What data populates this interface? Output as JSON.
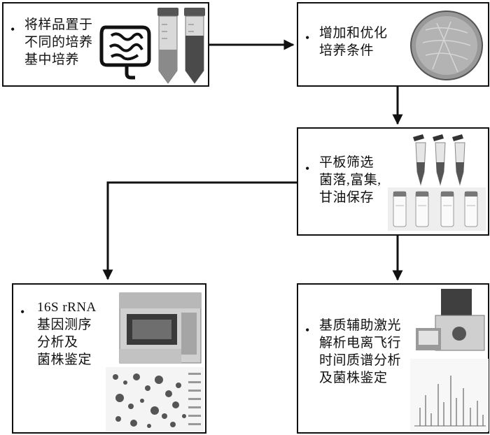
{
  "steps": [
    {
      "id": "culture",
      "bullet": "•",
      "text": "将样品置于\n不同的培养\n基中培养"
    },
    {
      "id": "optimize",
      "bullet": "•",
      "text": "增加和优化\n培养条件"
    },
    {
      "id": "screen",
      "bullet": "•",
      "text": "平板筛选\n菌落,富集,\n甘油保存"
    },
    {
      "id": "sequencing",
      "bullet": "•",
      "text": "16S rRNA\n基因测序\n分析及\n菌株鉴定"
    },
    {
      "id": "maldi",
      "bullet": "•",
      "text": "基质辅助激光\n解析电离飞行\n时间质谱分析\n及菌株鉴定"
    }
  ],
  "icons": {
    "gut": "intestine-icon",
    "tubes": "centrifuge-tubes-icon",
    "dish": "petri-dish-icon",
    "microtubes": "microtubes-icon",
    "vials": "glycerol-vials-icon",
    "sequencer": "dna-sequencer-icon",
    "heatmap": "heatmap-icon",
    "ms": "mass-spectrometer-icon",
    "spectrum": "mass-spectrum-icon"
  }
}
